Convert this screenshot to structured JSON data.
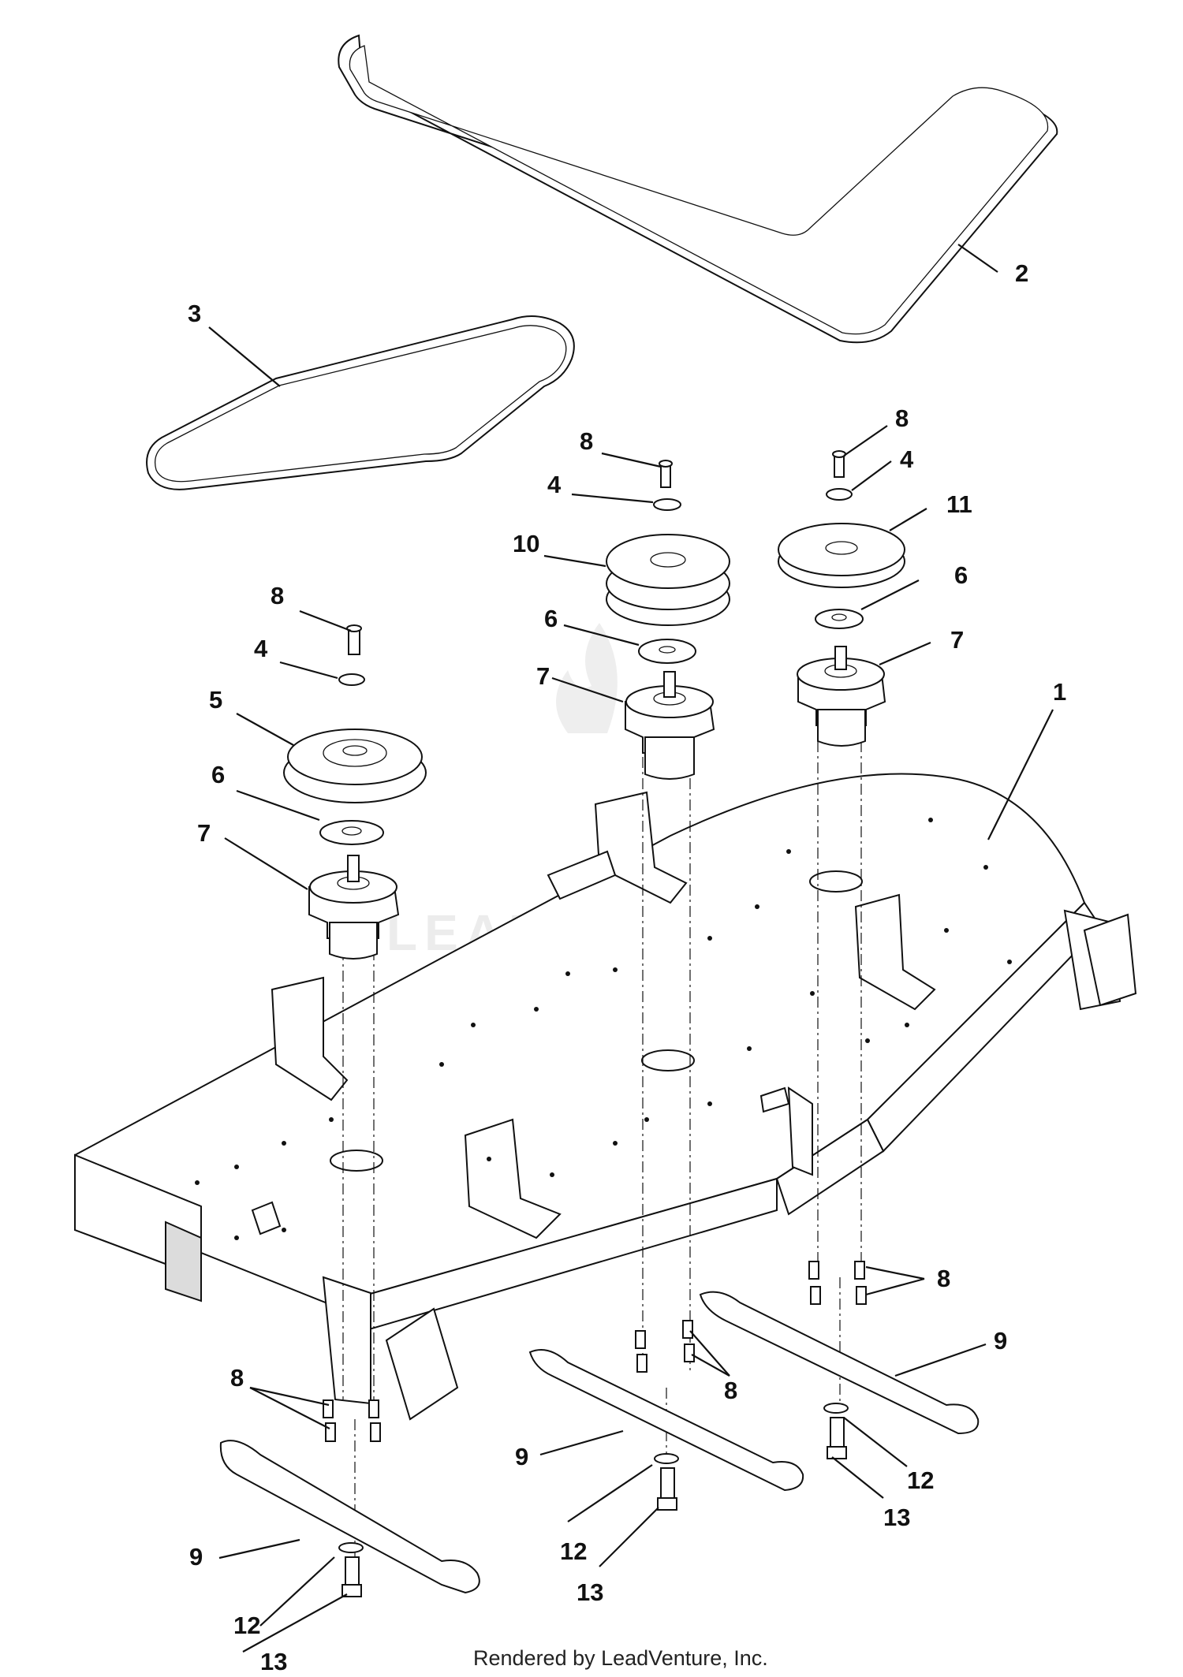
{
  "callouts": {
    "c1": "1",
    "c2": "2",
    "c3": "3",
    "c4a": "4",
    "c4b": "4",
    "c4c": "4",
    "c5": "5",
    "c6a": "6",
    "c6b": "6",
    "c6c": "6",
    "c7a": "7",
    "c7b": "7",
    "c7c": "7",
    "c8a": "8",
    "c8b": "8",
    "c8c": "8",
    "c8d": "8",
    "c8e": "8",
    "c8f": "8",
    "c9a": "9",
    "c9b": "9",
    "c9c": "9",
    "c10": "10",
    "c11": "11",
    "c12a": "12",
    "c12b": "12",
    "c12c": "12",
    "c13a": "13",
    "c13b": "13",
    "c13c": "13"
  },
  "watermark": "LEADVENTURE",
  "footer": "Rendered by LeadVenture, Inc."
}
